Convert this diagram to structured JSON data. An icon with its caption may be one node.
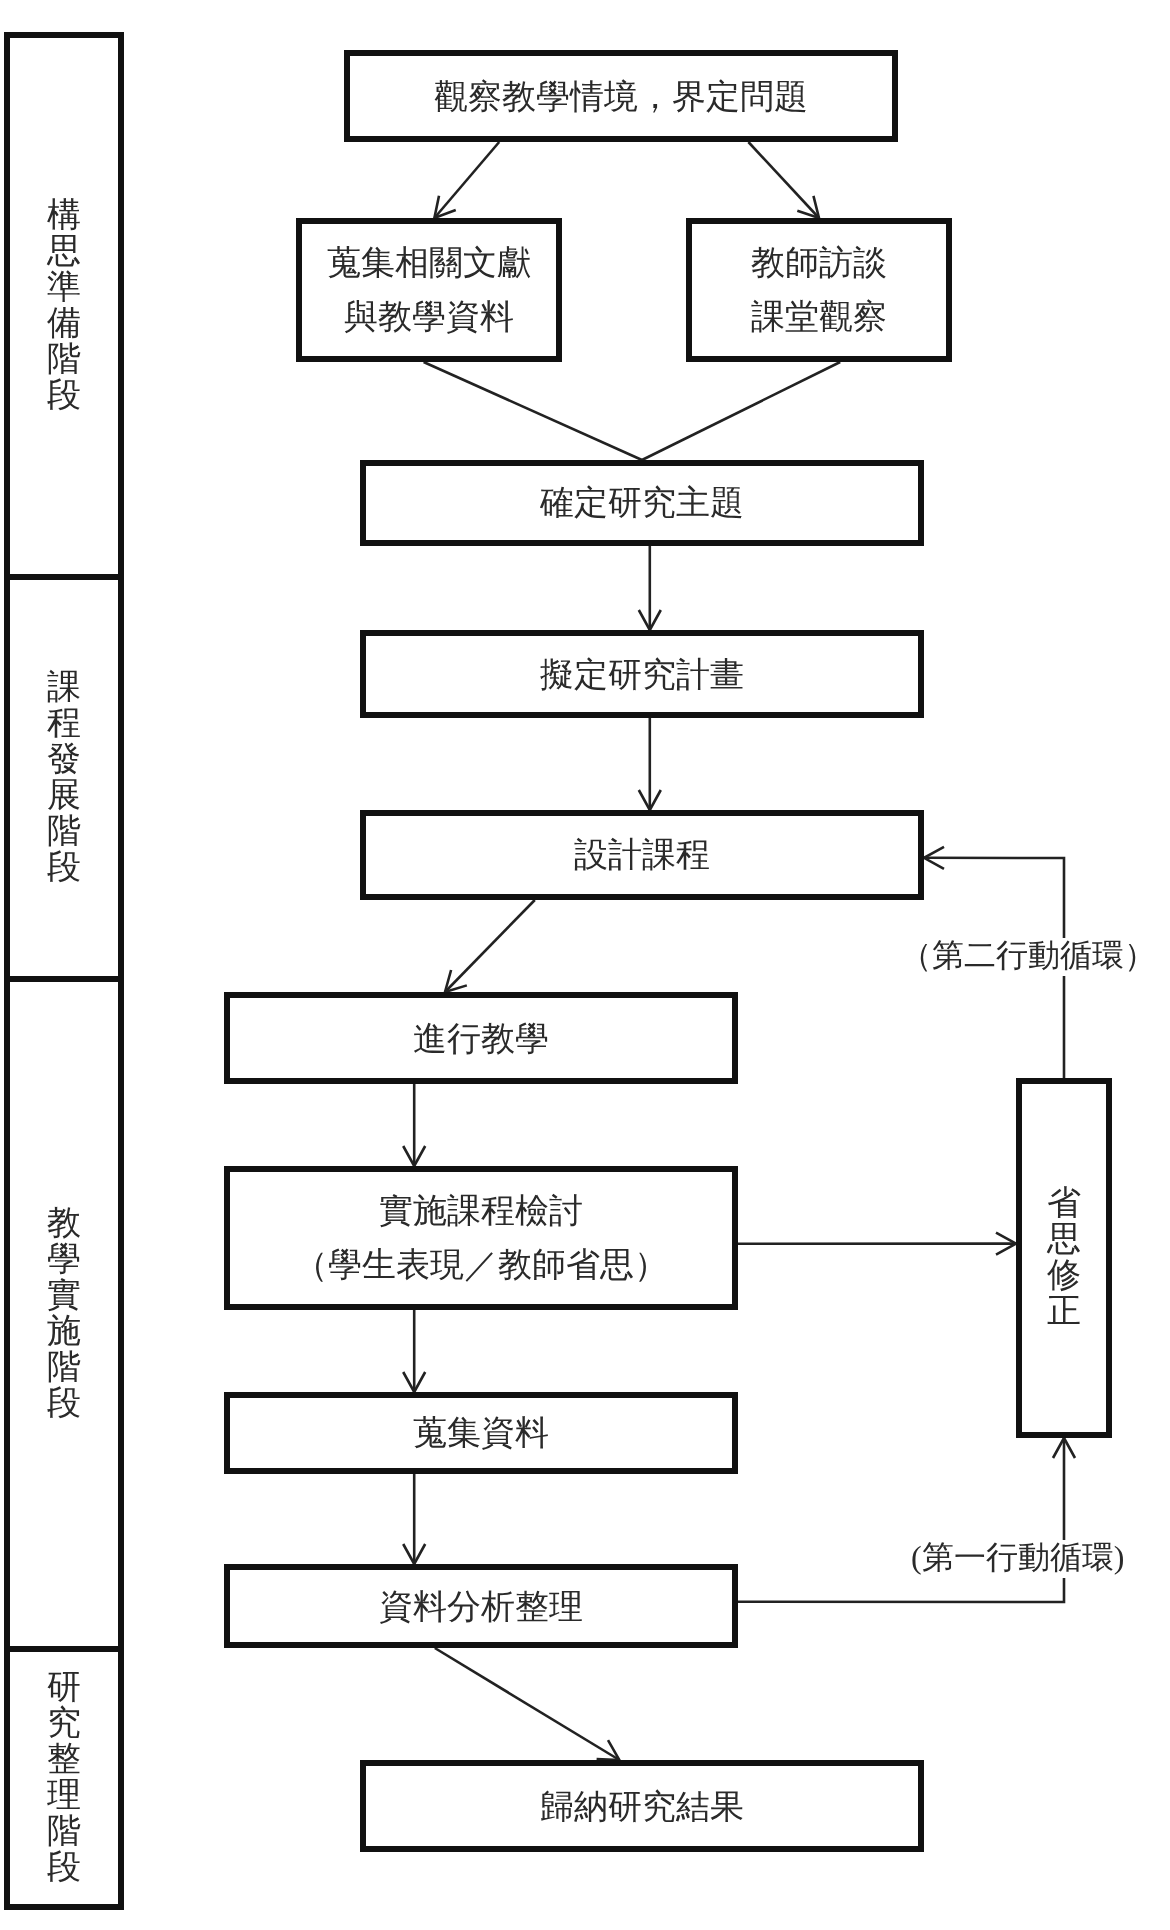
{
  "diagram": {
    "nodes": [
      {
        "text": [
          "構思準備階段"
        ]
      },
      {
        "text": [
          "課程發展階段"
        ]
      },
      {
        "text": [
          "教學實施階段"
        ]
      },
      {
        "text": [
          "研究整理階段"
        ]
      },
      {
        "text": [
          "觀察教學情境，界定問題"
        ]
      },
      {
        "text": [
          "蒐集相關文獻與教學資料"
        ]
      },
      {
        "text": [
          "教師訪談",
          "課堂觀察"
        ]
      },
      {
        "text": [
          "確定研究主題"
        ]
      },
      {
        "text": [
          "擬定研究計畫"
        ]
      },
      {
        "text": [
          "設計課程"
        ]
      },
      {
        "text": [
          "進行教學"
        ]
      },
      {
        "text": [
          "實施課程檢討",
          "（學生表現／教師省思）"
        ]
      },
      {
        "text": [
          "蒐集資料"
        ]
      },
      {
        "text": [
          "資料分析整理"
        ]
      },
      {
        "text": [
          "歸納研究結果"
        ]
      },
      {
        "text": [
          "省思修正"
        ]
      }
    ],
    "edges": [
      {
        "from": 4,
        "to": 5,
        "arrow": "to"
      },
      {
        "from": 4,
        "to": 6,
        "arrow": "to"
      },
      {
        "from": 5,
        "to": 7,
        "arrow": "none"
      },
      {
        "from": 6,
        "to": 7,
        "arrow": "none"
      },
      {
        "from": 7,
        "to": 8,
        "arrow": "to"
      },
      {
        "from": 8,
        "to": 9,
        "arrow": "to"
      },
      {
        "from": 9,
        "to": 10,
        "arrow": "to"
      },
      {
        "from": 10,
        "to": 11,
        "arrow": "to"
      },
      {
        "from": 11,
        "to": 15,
        "arrow": "to"
      },
      {
        "from": 11,
        "to": 12,
        "arrow": "to"
      },
      {
        "from": 12,
        "to": 13,
        "arrow": "to"
      },
      {
        "from": 13,
        "to": 15,
        "arrow": "to",
        "label": "(第一行動循環)"
      },
      {
        "from": 15,
        "to": 9,
        "arrow": "to",
        "label": "（第二行動循環）"
      },
      {
        "from": 13,
        "to": 14,
        "arrow": "to"
      }
    ]
  }
}
